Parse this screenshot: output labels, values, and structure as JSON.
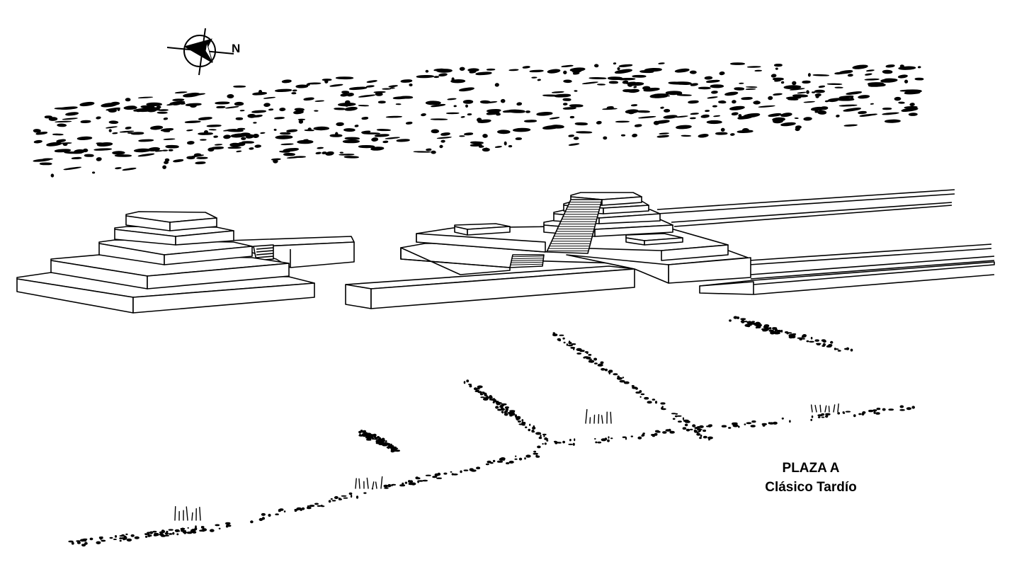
{
  "compass": {
    "icon": "north-arrow-icon",
    "label": "N"
  },
  "caption": {
    "title": "PLAZA A",
    "period": "Clásico Tardío"
  },
  "colors": {
    "ink": "#000000",
    "paper": "#ffffff"
  }
}
